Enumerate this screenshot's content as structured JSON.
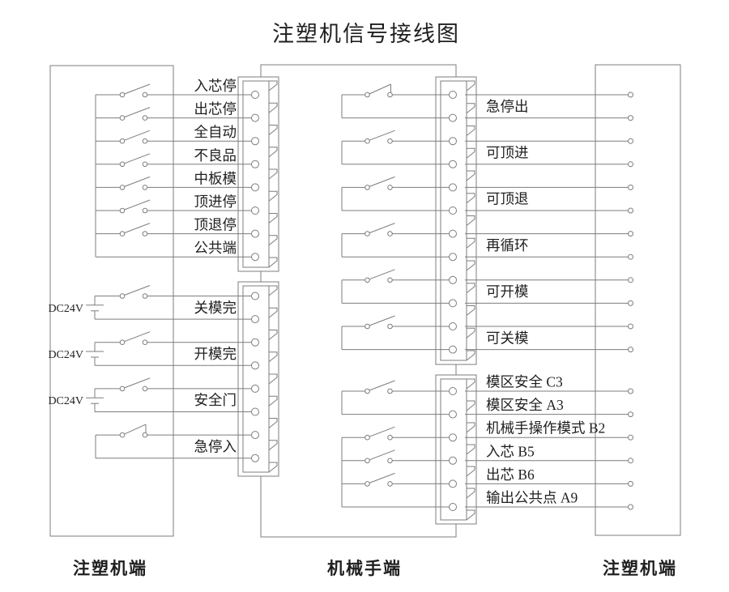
{
  "title": "注塑机信号接线图",
  "captions": {
    "left": "注塑机端",
    "middle": "机械手端",
    "right": "注塑机端"
  },
  "colors": {
    "line": "#7d7d7d",
    "text": "#1f1f1f",
    "background": "#ffffff"
  },
  "machine_left": {
    "dc_label": "DC24V",
    "bank1_signals": [
      "入芯停",
      "出芯停",
      "全自动",
      "不良品",
      "中板模",
      "顶进停",
      "顶退停",
      "公共端"
    ],
    "bank2_signals": [
      {
        "label": "关模完",
        "dc24v": true,
        "switch": "NO"
      },
      {
        "label": "开模完",
        "dc24v": true,
        "switch": "NO"
      },
      {
        "label": "安全门",
        "dc24v": true,
        "switch": "NO"
      },
      {
        "label": "急停入",
        "dc24v": false,
        "switch": "NC"
      }
    ]
  },
  "robot_outputs": [
    {
      "label": "急停出",
      "switch": "NC"
    },
    {
      "label": "可顶进",
      "switch": "NO"
    },
    {
      "label": "可顶退",
      "switch": "NO"
    },
    {
      "label": "再循环",
      "switch": "NO"
    },
    {
      "label": "可开模",
      "switch": "NO"
    },
    {
      "label": "可关模",
      "switch": "NO"
    }
  ],
  "robot_signals": [
    "模区安全 C3",
    "模区安全 A3",
    "机械手操作模式 B2",
    "入芯 B5",
    "出芯 B6",
    "输出公共点 A9"
  ]
}
